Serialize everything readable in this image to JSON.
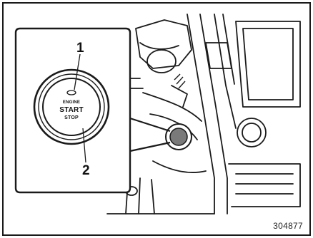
{
  "callouts": {
    "label_1": "1",
    "label_2": "2"
  },
  "button": {
    "line1": "ENGINE",
    "line2": "START",
    "line3": "STOP"
  },
  "figure_code": "304877",
  "colors": {
    "ink": "#1a1a1a",
    "paper": "#ffffff",
    "shade": "#7a7a7a"
  }
}
